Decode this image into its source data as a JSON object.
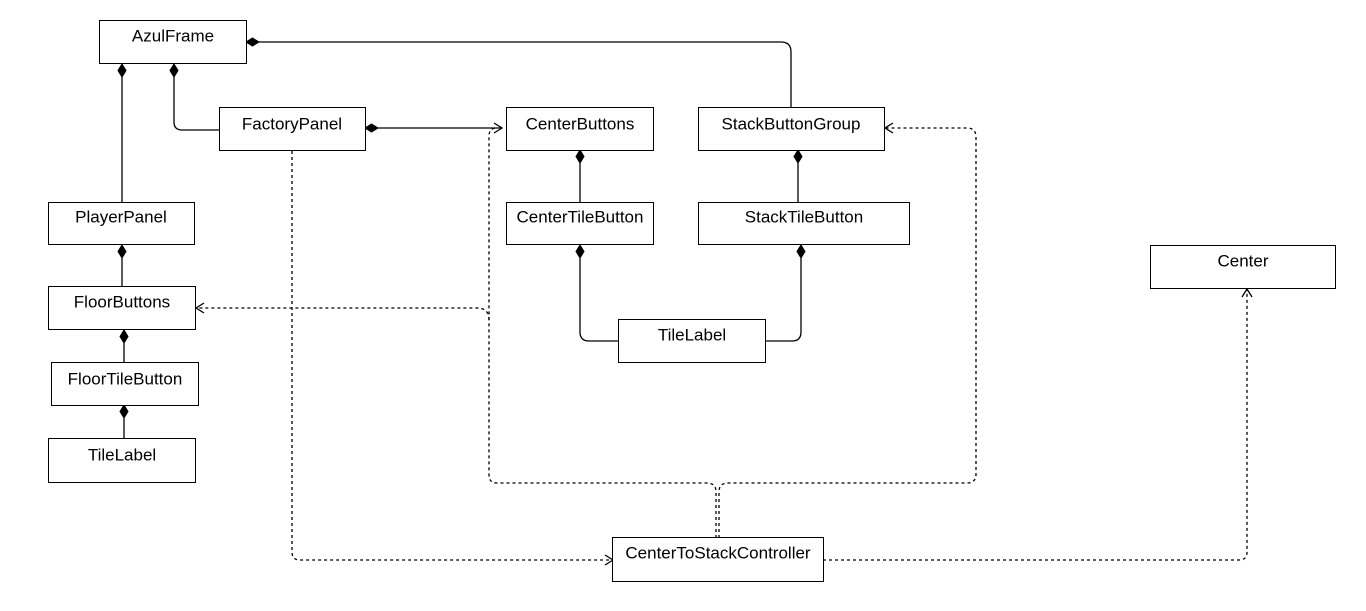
{
  "diagram": {
    "nodes": {
      "azulframe": "AzulFrame",
      "factorypanel": "FactoryPanel",
      "centerbuttons": "CenterButtons",
      "stackbuttongroup": "StackButtonGroup",
      "playerpanel": "PlayerPanel",
      "centertilebutton": "CenterTileButton",
      "stacktilebutton": "StackTileButton",
      "center": "Center",
      "floorbuttons": "FloorButtons",
      "tilelabel_center": "TileLabel",
      "floortilebutton": "FloorTileButton",
      "tilelabel_floor": "TileLabel",
      "centertostackcontroller": "CenterToStackController"
    },
    "composition_edges": [
      {
        "whole": "AzulFrame",
        "part": "PlayerPanel"
      },
      {
        "whole": "AzulFrame",
        "part": "FactoryPanel"
      },
      {
        "whole": "AzulFrame",
        "part": "StackButtonGroup"
      },
      {
        "whole": "FactoryPanel",
        "part": "CenterButtons"
      },
      {
        "whole": "CenterButtons",
        "part": "CenterTileButton"
      },
      {
        "whole": "StackButtonGroup",
        "part": "StackTileButton"
      },
      {
        "whole": "CenterTileButton",
        "part": "TileLabel"
      },
      {
        "whole": "StackTileButton",
        "part": "TileLabel"
      },
      {
        "whole": "PlayerPanel",
        "part": "FloorButtons"
      },
      {
        "whole": "FloorButtons",
        "part": "FloorTileButton"
      },
      {
        "whole": "FloorTileButton",
        "part": "TileLabel"
      }
    ],
    "dependency_edges": [
      {
        "from": "FactoryPanel",
        "to": "CenterToStackController"
      },
      {
        "from": "CenterToStackController",
        "to": "CenterButtons"
      },
      {
        "from": "CenterToStackController",
        "to": "FloorButtons"
      },
      {
        "from": "CenterToStackController",
        "to": "StackButtonGroup"
      },
      {
        "from": "CenterToStackController",
        "to": "Center"
      }
    ]
  }
}
